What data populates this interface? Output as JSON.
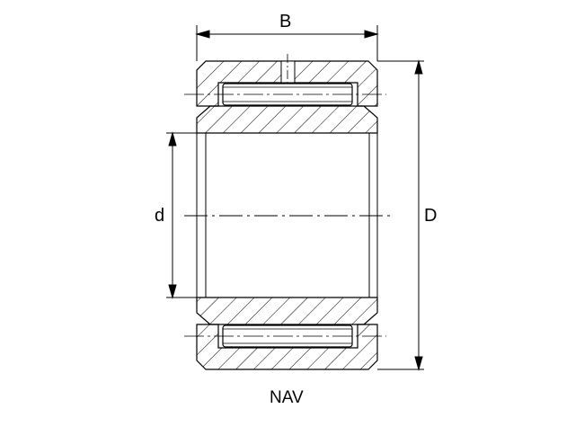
{
  "dimensions": {
    "width_label": "B",
    "outer_diameter_label": "D",
    "bore_label": "d"
  },
  "caption": "NAV",
  "colors": {
    "line": "#000000",
    "background": "#ffffff"
  }
}
